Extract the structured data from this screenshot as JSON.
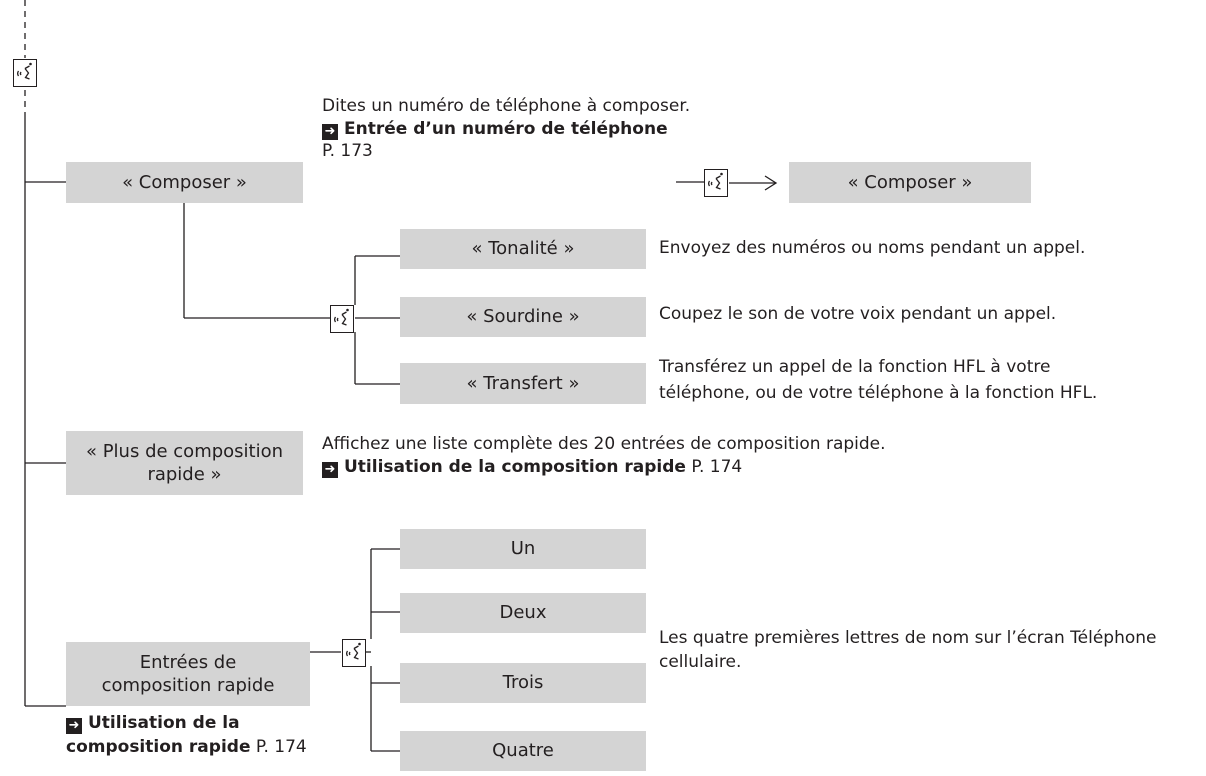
{
  "voice_icon_name": "voice-command-icon",
  "ref_icon_name": "page-reference-arrow-icon",
  "composer": {
    "label": "« Composer »",
    "desc": "Dites un numéro de téléphone à composer.",
    "ref_title": "Entrée d’un numéro de téléphone",
    "ref_page": "P. 173",
    "target_label": "« Composer »"
  },
  "in_call": [
    {
      "label": "« Tonalité »",
      "desc": "Envoyez des numéros ou noms pendant un appel."
    },
    {
      "label": "« Sourdine »",
      "desc": "Coupez le son de votre voix pendant un appel."
    },
    {
      "label": "« Transfert »",
      "desc_line1": "Transférez un appel de la fonction HFL à votre",
      "desc_line2": "téléphone, ou de votre téléphone à la fonction HFL."
    }
  ],
  "plus_speed_dial": {
    "label_line1": "« Plus de composition",
    "label_line2": "rapide »",
    "desc": "Affichez une liste complète des 20 entrées de composition rapide.",
    "ref_title": "Utilisation de la composition rapide",
    "ref_page": "P. 174"
  },
  "speed_dial_entries": {
    "label_line1": "Entrées de",
    "label_line2": "composition rapide",
    "ref_line1": "Utilisation de la",
    "ref_line2": "composition rapide",
    "ref_page": "P. 174",
    "options": [
      "Un",
      "Deux",
      "Trois",
      "Quatre"
    ],
    "desc_line1": "Les quatre premières lettres de nom sur l’écran Téléphone",
    "desc_line2": "cellulaire."
  }
}
